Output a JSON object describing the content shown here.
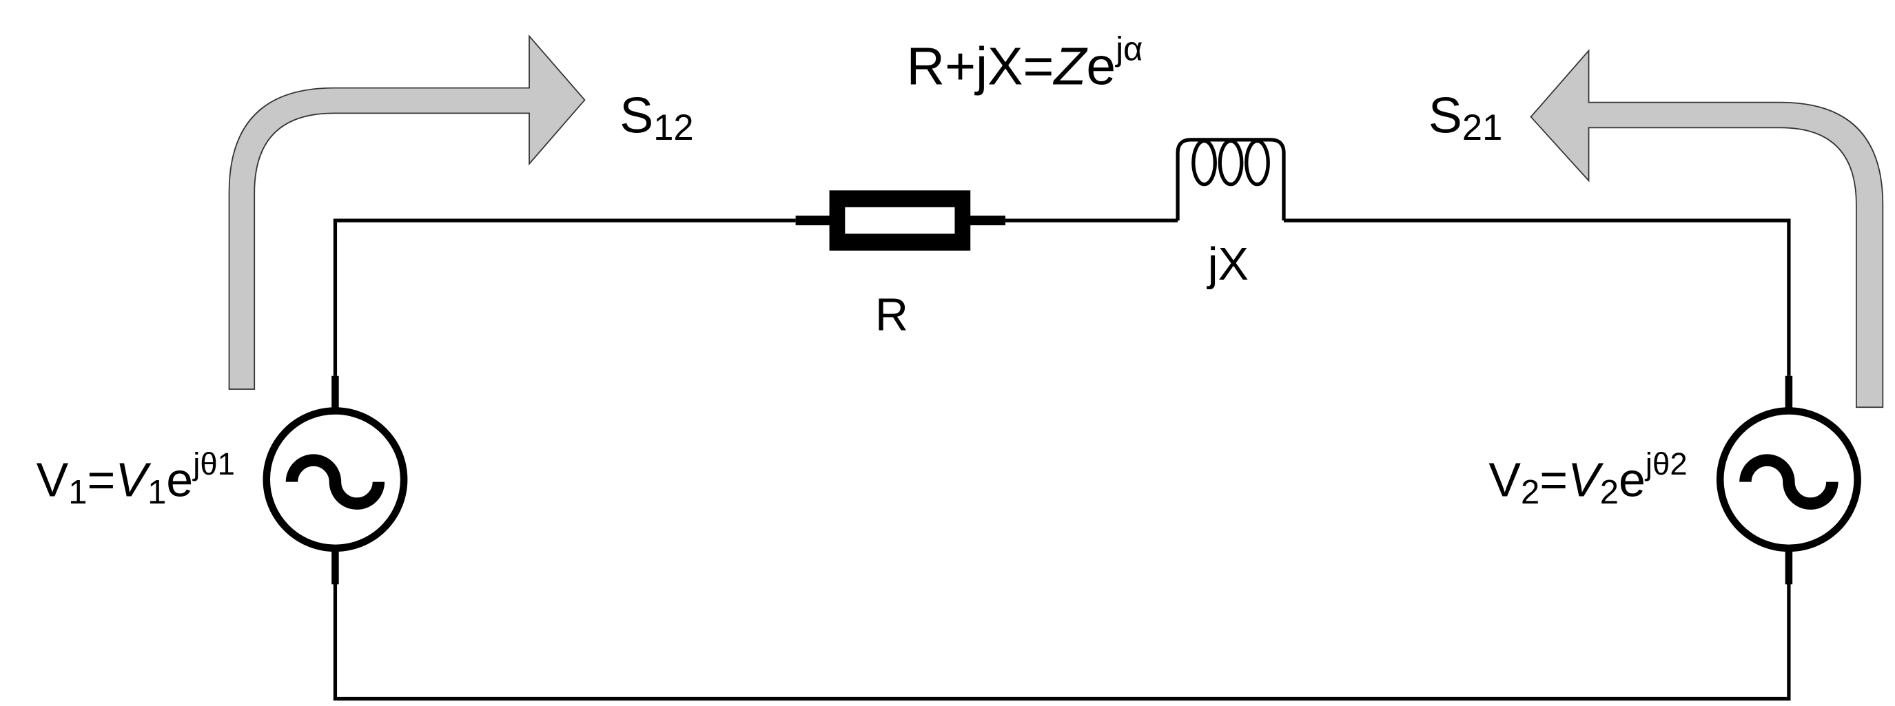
{
  "impedance_label": {
    "base": "R+jX=",
    "z": "Z",
    "e": "e",
    "exp": "jα"
  },
  "power_flow_12": {
    "base": "S",
    "sub": "12"
  },
  "power_flow_21": {
    "base": "S",
    "sub": "21"
  },
  "resistor_label": "R",
  "inductor_label": "jX",
  "source_1": {
    "v": "V",
    "sub": "1",
    "eq": "=",
    "mag": "V",
    "mag_sub": "1",
    "e": "e",
    "exp": "jθ1"
  },
  "source_2": {
    "v": "V",
    "sub": "2",
    "eq": "=",
    "mag": "V",
    "mag_sub": "2",
    "e": "e",
    "exp": "jθ2"
  },
  "colors": {
    "arrow_fill": "#c8c8c8",
    "arrow_stroke": "#333333",
    "wire": "#000000"
  }
}
